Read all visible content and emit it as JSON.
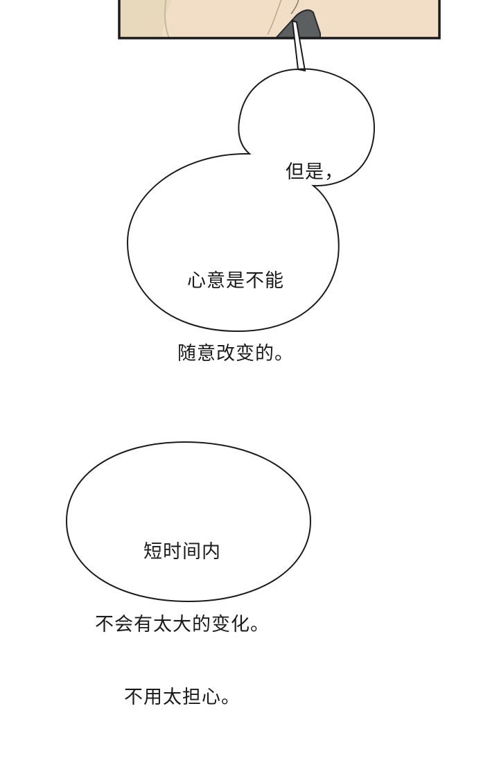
{
  "panel": {
    "frame_color": "#1a1a1a",
    "skin_color": "#f2ddc6",
    "shadow_color": "#d9c7a8",
    "cloth_color": "#5c5f60"
  },
  "bubbles": [
    {
      "lines": [
        "但是，"
      ]
    },
    {
      "lines": [
        "心意是不能",
        "随意改变的。"
      ]
    },
    {
      "lines": [
        "短时间内",
        "不会有太大的变化。",
        "不用太担心。"
      ]
    }
  ]
}
